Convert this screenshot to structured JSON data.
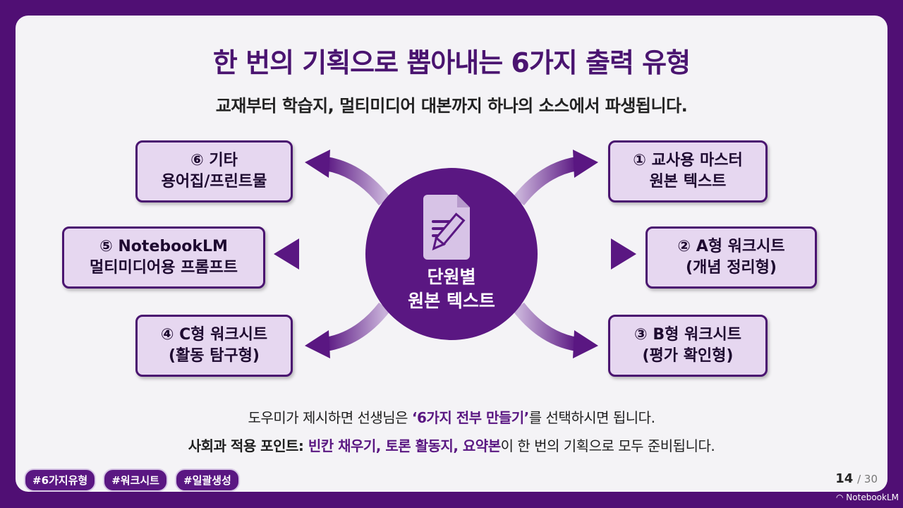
{
  "title": "한 번의 기획으로 뽑아내는 6가지 출력 유형",
  "subtitle": "교재부터 학습지, 멀티미디어 대본까지 하나의 소스에서 파생됩니다.",
  "center": {
    "icon": "document-pencil-icon",
    "line1": "단원별",
    "line2": "원본 텍스트"
  },
  "outputs": [
    {
      "line1": "① 교사용 마스터",
      "line2": "원본 텍스트"
    },
    {
      "line1": "② A형 워크시트",
      "line2": "(개념 정리형)"
    },
    {
      "line1": "③ B형 워크시트",
      "line2": "(평가 확인형)"
    },
    {
      "line1": "④ C형 워크시트",
      "line2": "(활동 탐구형)"
    },
    {
      "line1": "⑤ NotebookLM",
      "line2": "멀티미디어용 프롬프트"
    },
    {
      "line1": "⑥ 기타",
      "line2": "용어집/프린트물"
    }
  ],
  "bottom": {
    "l1_a": "도우미가 제시하면 선생님은 ",
    "l1_hl": "‘6가지 전부 만들기’",
    "l1_b": "를 선택하시면 됩니다.",
    "l2_a": "사회과 적용 포인트: ",
    "l2_hl": "빈칸 채우기, 토론 활동지, 요약본",
    "l2_b": "이 한 번의 기획으로 모두 준비됩니다."
  },
  "tags": [
    "#6가지유형",
    "#워크시트",
    "#일괄생성"
  ],
  "page": {
    "current": "14",
    "total": "/ 30"
  },
  "brand": "NotebookLM",
  "colors": {
    "frame": "#500f74",
    "accent": "#5a1782",
    "box": "#e6d7f0"
  }
}
